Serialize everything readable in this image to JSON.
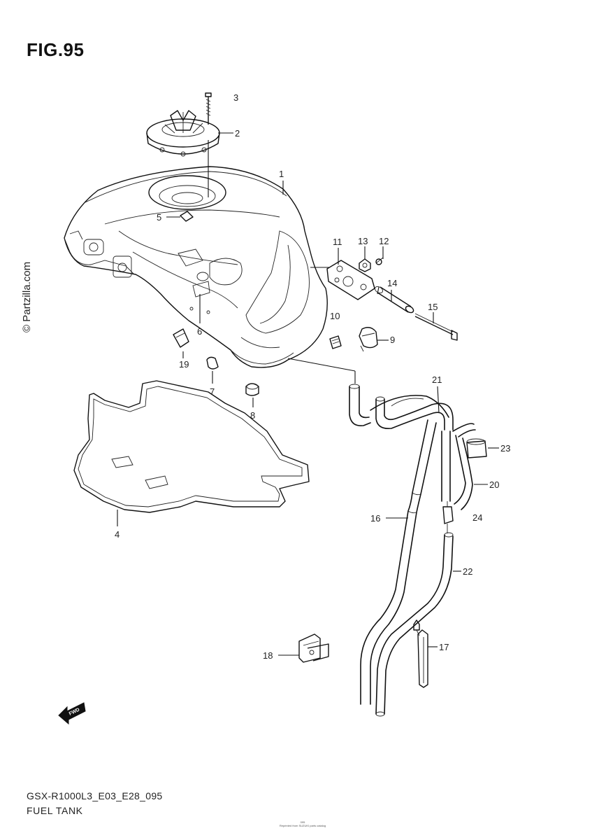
{
  "title": "FIG.95",
  "watermark": "© Partzilla.com",
  "footer": {
    "model": "GSX-R1000L3_E03_E28_095",
    "name": "FUEL TANK",
    "fine_print": [
      "095",
      "Reprinted from SUZUKI parts catalog"
    ]
  },
  "labels": {
    "p1": "1",
    "p2": "2",
    "p3": "3",
    "p4": "4",
    "p5": "5",
    "p6": "6",
    "p7": "7",
    "p8": "8",
    "p9": "9",
    "p10": "10",
    "p11": "11",
    "p12": "12",
    "p13": "13",
    "p14": "14",
    "p15": "15",
    "p16": "16",
    "p17": "17",
    "p18": "18",
    "p19": "19",
    "p20": "20",
    "p21": "21",
    "p22": "22",
    "p23": "23",
    "p24": "24"
  },
  "fwd_badge": "FWD",
  "colors": {
    "ink": "#111111",
    "paper": "#ffffff"
  }
}
